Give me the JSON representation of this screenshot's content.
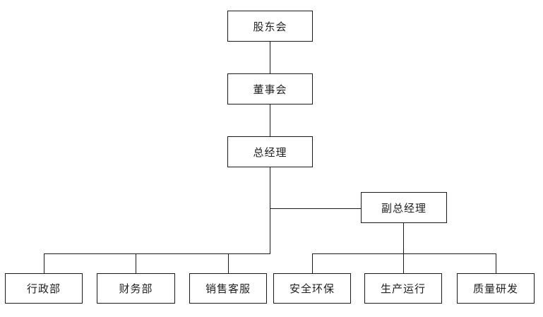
{
  "diagram": {
    "type": "org-chart",
    "background_color": "#ffffff",
    "line_color": "#1a1a1a",
    "nodes": [
      {
        "id": "shareholders-meeting",
        "label": "股东会",
        "level": 1
      },
      {
        "id": "board-of-directors",
        "label": "董事会",
        "level": 2
      },
      {
        "id": "general-manager",
        "label": "总经理",
        "level": 3
      },
      {
        "id": "deputy-general-manager",
        "label": "副总经理",
        "level": 4
      },
      {
        "id": "admin-dept",
        "label": "行政部",
        "level": 5
      },
      {
        "id": "finance-dept",
        "label": "财务部",
        "level": 5
      },
      {
        "id": "sales-customer-service",
        "label": "销售客服",
        "level": 5
      },
      {
        "id": "safety-environment",
        "label": "安全环保",
        "level": 5
      },
      {
        "id": "production-operation",
        "label": "生产运行",
        "level": 5
      },
      {
        "id": "quality-rnd",
        "label": "质量研发",
        "level": 5
      }
    ],
    "edges": [
      {
        "from": "shareholders-meeting",
        "to": "board-of-directors"
      },
      {
        "from": "board-of-directors",
        "to": "general-manager"
      },
      {
        "from": "general-manager",
        "to": "deputy-general-manager"
      },
      {
        "from": "general-manager",
        "to": "admin-dept"
      },
      {
        "from": "general-manager",
        "to": "finance-dept"
      },
      {
        "from": "general-manager",
        "to": "sales-customer-service"
      },
      {
        "from": "deputy-general-manager",
        "to": "safety-environment"
      },
      {
        "from": "deputy-general-manager",
        "to": "production-operation"
      },
      {
        "from": "deputy-general-manager",
        "to": "quality-rnd"
      }
    ]
  }
}
